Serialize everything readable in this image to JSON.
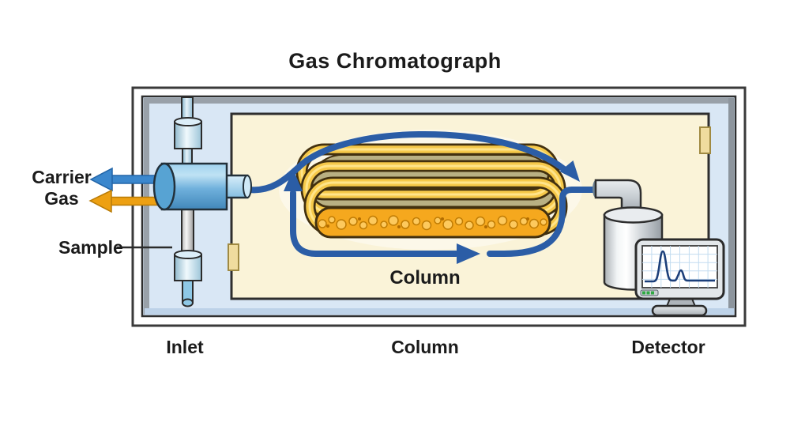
{
  "title": "Gas Chromatograph",
  "callouts": {
    "carrier_gas_line1": "Carrier",
    "carrier_gas_line2": "Gas",
    "sample": "Sample",
    "column": "Column"
  },
  "section_labels": {
    "inlet": "Inlet",
    "column": "Column",
    "detector": "Detector"
  },
  "detector_display": {
    "type": "chromatogram",
    "peak_count": 2
  },
  "icons": {
    "carrier_gas_arrow": "arrow-left-blue",
    "sample_arrow": "arrow-left-orange",
    "flow_arrow_left": "arrow-up",
    "flow_arrow_top_right": "arrow-down-right",
    "flow_arrow_bottom": "arrow-right"
  },
  "colors": {
    "panel_blue": "#d9e7f5",
    "oven_cream": "#faf3d8",
    "flow_blue": "#2b5da6",
    "coil_gold": "#f6c94a",
    "coil_interior_olive": "#b9b083",
    "bead_orange": "#f5a81e",
    "carrier_arrow_blue": "#3b87cd",
    "sample_arrow_orange": "#eda012",
    "trace_navy": "#1c3f7a",
    "text": "#1b1b1b"
  }
}
